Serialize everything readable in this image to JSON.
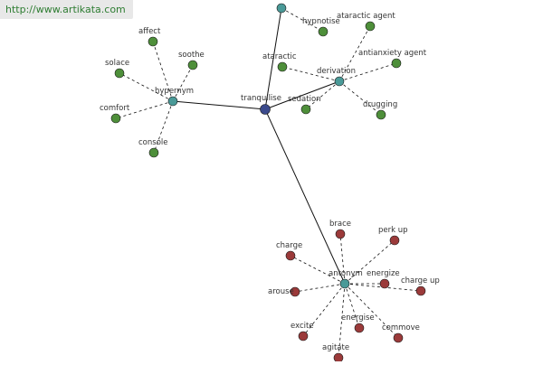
{
  "watermark": {
    "url": "http://www.artikata.com"
  },
  "colors": {
    "background": "#ffffff",
    "root_node": "#3b4a8c",
    "hub_node": "#4a9a98",
    "synonym_leaf": "#4e8f3a",
    "antonym_leaf": "#9b3a3a",
    "edge": "#111111",
    "url_text": "#2e7d32"
  },
  "graph": {
    "root": {
      "id": "root",
      "label": "tranquilise"
    },
    "hubs": [
      {
        "id": "hyp",
        "label": "hypernym"
      },
      {
        "id": "der",
        "label": "derivation"
      },
      {
        "id": "ant",
        "label": "antonym"
      },
      {
        "id": "top",
        "label": ""
      }
    ],
    "leaves": [
      {
        "id": "affect",
        "label": "affect",
        "hub": "hyp",
        "kind": "syn"
      },
      {
        "id": "soothe",
        "label": "soothe",
        "hub": "hyp",
        "kind": "syn"
      },
      {
        "id": "solace",
        "label": "solace",
        "hub": "hyp",
        "kind": "syn"
      },
      {
        "id": "comfort",
        "label": "comfort",
        "hub": "hyp",
        "kind": "syn"
      },
      {
        "id": "console",
        "label": "console",
        "hub": "hyp",
        "kind": "syn"
      },
      {
        "id": "ataractic",
        "label": "ataractic",
        "hub": "der",
        "kind": "syn"
      },
      {
        "id": "ataractic_agent",
        "label": "ataractic agent",
        "hub": "der",
        "kind": "syn"
      },
      {
        "id": "antianxiety_agent",
        "label": "antianxiety agent",
        "hub": "der",
        "kind": "syn"
      },
      {
        "id": "sedation",
        "label": "sedation",
        "hub": "der",
        "kind": "syn"
      },
      {
        "id": "drugging",
        "label": "drugging",
        "hub": "der",
        "kind": "syn"
      },
      {
        "id": "hypnotise",
        "label": "hypnotise",
        "hub": "top",
        "kind": "syn"
      },
      {
        "id": "brace",
        "label": "brace",
        "hub": "ant",
        "kind": "ant"
      },
      {
        "id": "perk_up",
        "label": "perk up",
        "hub": "ant",
        "kind": "ant"
      },
      {
        "id": "charge",
        "label": "charge",
        "hub": "ant",
        "kind": "ant"
      },
      {
        "id": "energize",
        "label": "energize",
        "hub": "ant",
        "kind": "ant"
      },
      {
        "id": "charge_up",
        "label": "charge up",
        "hub": "ant",
        "kind": "ant"
      },
      {
        "id": "arouse",
        "label": "arouse",
        "hub": "ant",
        "kind": "ant"
      },
      {
        "id": "excite",
        "label": "excite",
        "hub": "ant",
        "kind": "ant"
      },
      {
        "id": "energise",
        "label": "energise",
        "hub": "ant",
        "kind": "ant"
      },
      {
        "id": "commove",
        "label": "commove",
        "hub": "ant",
        "kind": "ant"
      },
      {
        "id": "agitate",
        "label": "agitate",
        "hub": "ant",
        "kind": "ant"
      }
    ]
  }
}
